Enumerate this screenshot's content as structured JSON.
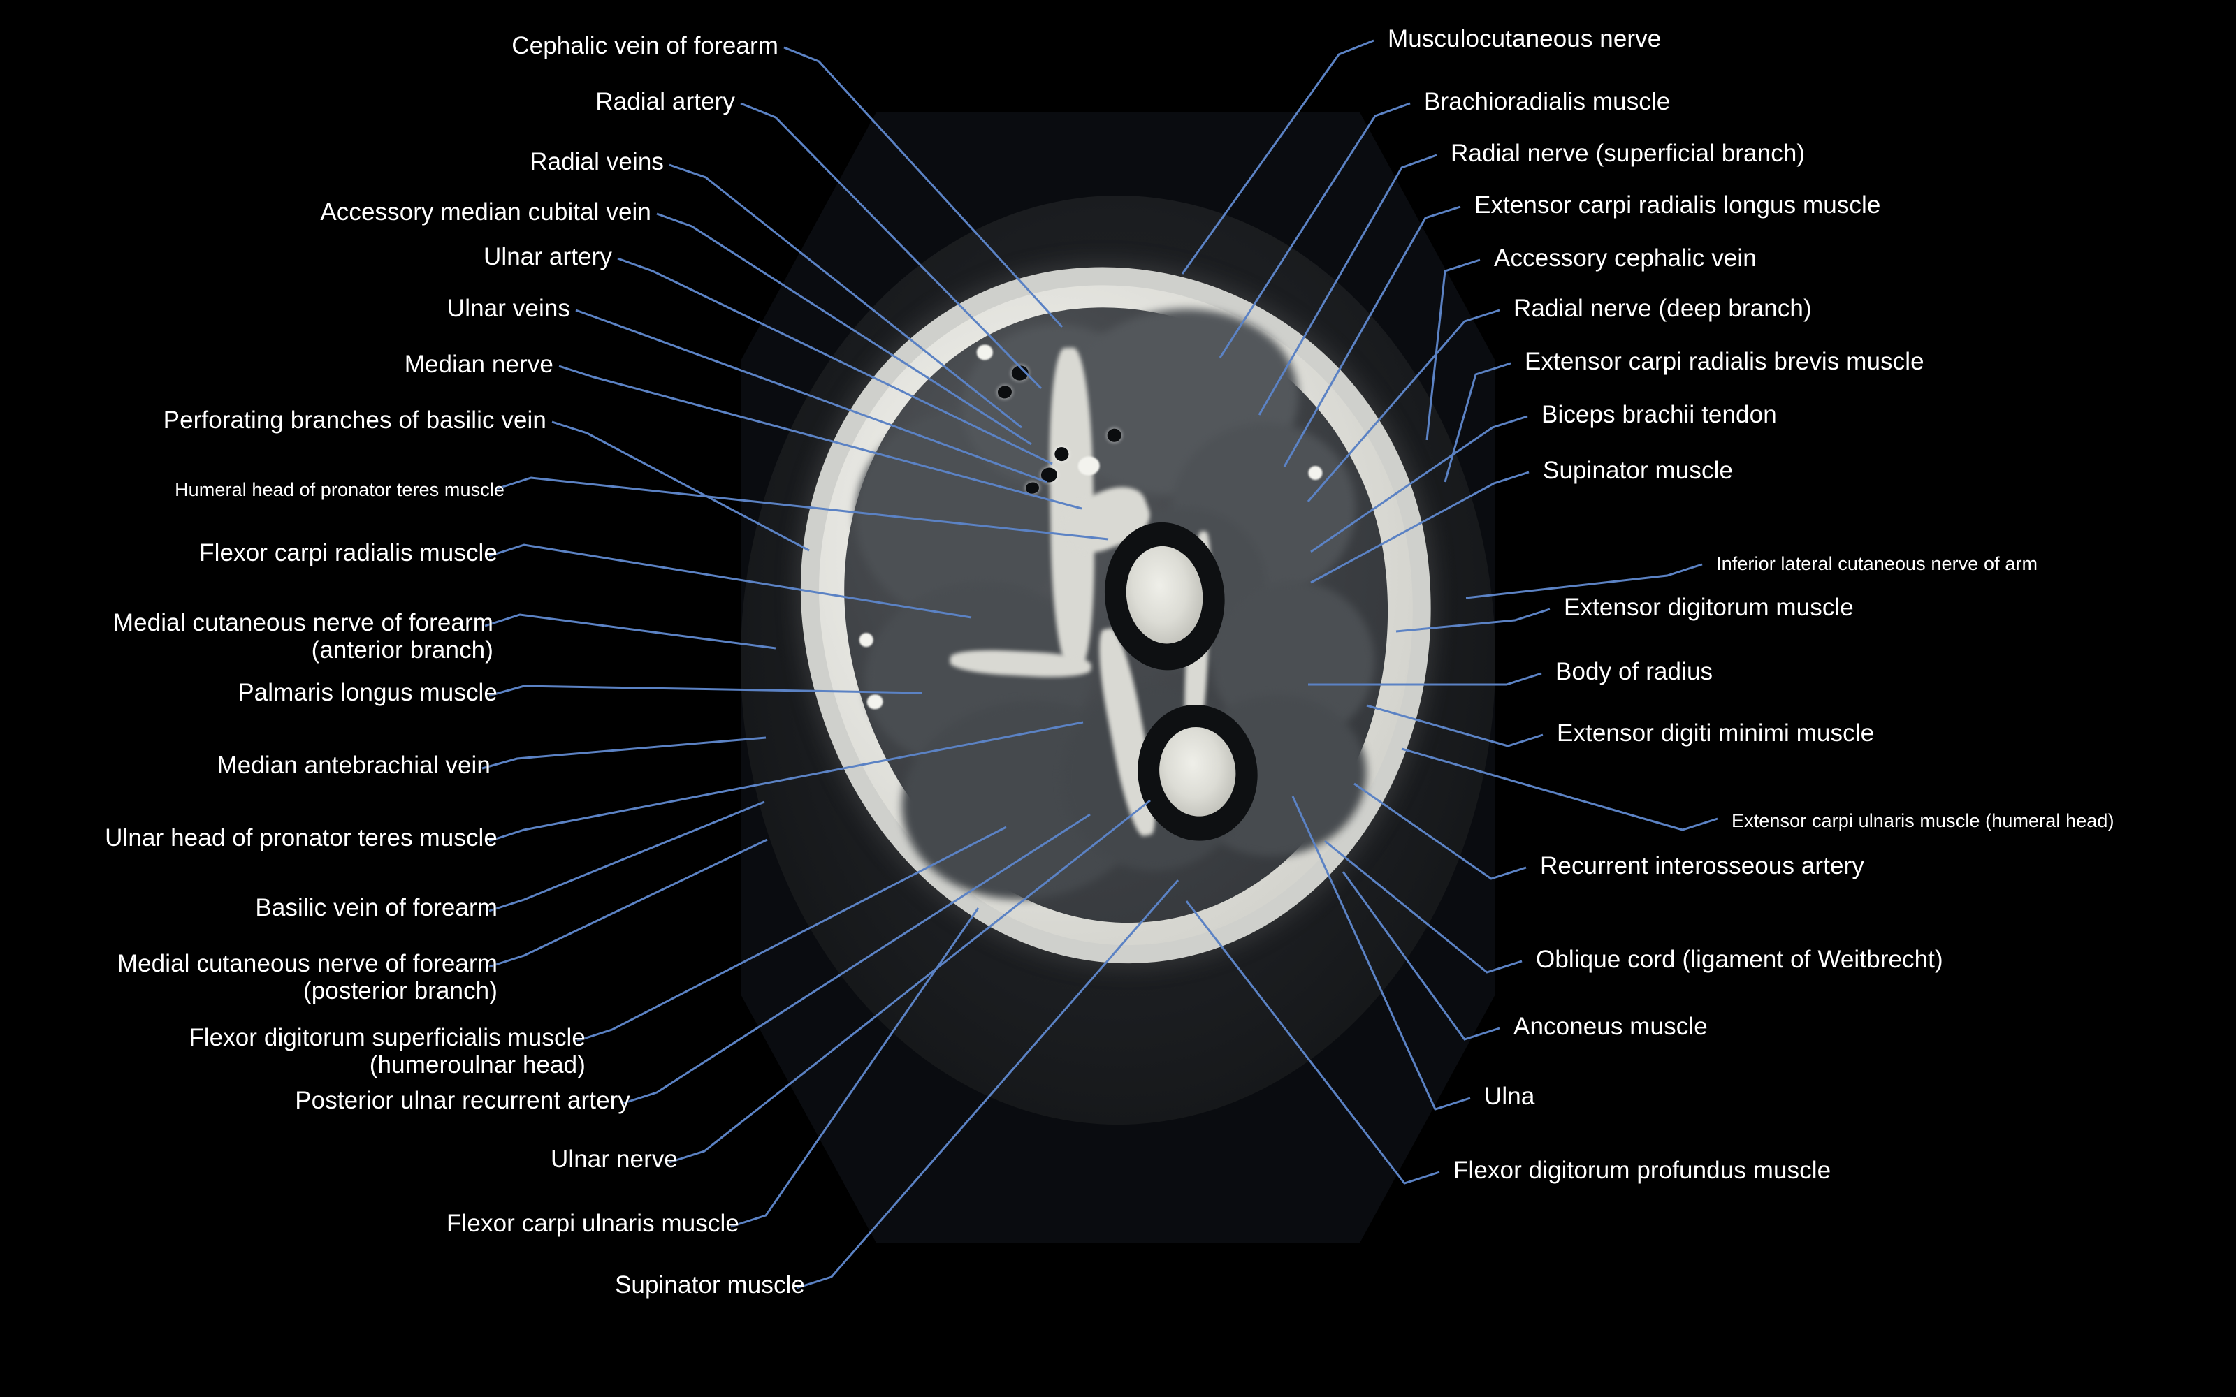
{
  "figure": {
    "type": "labeled-anatomical-mri",
    "modality": "axial MRI cross-section of proximal forearm",
    "leader_line_color": "#5b82c4",
    "label_text_color": "#ffffff",
    "background_color": "#000000"
  },
  "labels_left": [
    {
      "id": "cephalic-vein-of-forearm",
      "text": "Cephalic vein of forearm",
      "size": "normal"
    },
    {
      "id": "radial-artery",
      "text": "Radial artery",
      "size": "normal"
    },
    {
      "id": "radial-veins",
      "text": "Radial veins",
      "size": "normal"
    },
    {
      "id": "accessory-median-cubital-vein",
      "text": "Accessory median cubital vein",
      "size": "normal"
    },
    {
      "id": "ulnar-artery",
      "text": "Ulnar artery",
      "size": "normal"
    },
    {
      "id": "ulnar-veins",
      "text": "Ulnar veins",
      "size": "normal"
    },
    {
      "id": "median-nerve",
      "text": "Median nerve",
      "size": "normal"
    },
    {
      "id": "perforating-branches-of-basilic-vein",
      "text": "Perforating branches of basilic vein",
      "size": "normal"
    },
    {
      "id": "humeral-head-of-pronator-teres-muscle",
      "text": "Humeral head of pronator teres muscle",
      "size": "small"
    },
    {
      "id": "flexor-carpi-radialis-muscle",
      "text": "Flexor carpi radialis muscle",
      "size": "normal"
    },
    {
      "id": "medial-cutaneous-nerve-of-forearm-anterior",
      "text": "Medial cutaneous nerve of forearm\n(anterior branch)",
      "size": "normal"
    },
    {
      "id": "palmaris-longus-muscle",
      "text": "Palmaris longus muscle",
      "size": "normal"
    },
    {
      "id": "median-antebrachial-vein",
      "text": "Median antebrachial vein",
      "size": "normal"
    },
    {
      "id": "ulnar-head-of-pronator-teres-muscle",
      "text": "Ulnar head of pronator teres muscle",
      "size": "normal"
    },
    {
      "id": "basilic-vein-of-forearm",
      "text": "Basilic vein of forearm",
      "size": "normal"
    },
    {
      "id": "medial-cutaneous-nerve-of-forearm-posterior",
      "text": "Medial cutaneous nerve of forearm\n(posterior branch)",
      "size": "normal"
    },
    {
      "id": "flexor-digitorum-superficialis-muscle-humeroulnar-head",
      "text": "Flexor digitorum superficialis muscle\n(humeroulnar head)",
      "size": "normal"
    },
    {
      "id": "posterior-ulnar-recurrent-artery",
      "text": "Posterior ulnar recurrent artery",
      "size": "normal"
    },
    {
      "id": "ulnar-nerve",
      "text": "Ulnar nerve",
      "size": "normal"
    },
    {
      "id": "flexor-carpi-ulnaris-muscle",
      "text": "Flexor carpi ulnaris muscle",
      "size": "normal"
    },
    {
      "id": "supinator-muscle-left",
      "text": "Supinator muscle",
      "size": "normal"
    }
  ],
  "labels_right": [
    {
      "id": "musculocutaneous-nerve",
      "text": "Musculocutaneous nerve",
      "size": "normal"
    },
    {
      "id": "brachioradialis-muscle",
      "text": "Brachioradialis muscle",
      "size": "normal"
    },
    {
      "id": "radial-nerve-superficial-branch",
      "text": "Radial nerve (superficial branch)",
      "size": "normal"
    },
    {
      "id": "extensor-carpi-radialis-longus-muscle",
      "text": "Extensor carpi radialis longus muscle",
      "size": "normal"
    },
    {
      "id": "accessory-cephalic-vein",
      "text": "Accessory cephalic vein",
      "size": "normal"
    },
    {
      "id": "radial-nerve-deep-branch",
      "text": "Radial nerve (deep branch)",
      "size": "normal"
    },
    {
      "id": "extensor-carpi-radialis-brevis-muscle",
      "text": "Extensor carpi radialis brevis muscle",
      "size": "normal"
    },
    {
      "id": "biceps-brachii-tendon",
      "text": "Biceps brachii tendon",
      "size": "normal"
    },
    {
      "id": "supinator-muscle-right",
      "text": "Supinator muscle",
      "size": "normal"
    },
    {
      "id": "inferior-lateral-cutaneous-nerve-of-arm",
      "text": "Inferior lateral cutaneous nerve of arm",
      "size": "small"
    },
    {
      "id": "extensor-digitorum-muscle",
      "text": "Extensor digitorum muscle",
      "size": "normal"
    },
    {
      "id": "body-of-radius",
      "text": "Body of radius",
      "size": "normal"
    },
    {
      "id": "extensor-digiti-minimi-muscle",
      "text": "Extensor digiti minimi muscle",
      "size": "normal"
    },
    {
      "id": "extensor-carpi-ulnaris-muscle-humeral-head",
      "text": "Extensor carpi ulnaris muscle (humeral head)",
      "size": "small"
    },
    {
      "id": "recurrent-interosseous-artery",
      "text": "Recurrent interosseous artery",
      "size": "normal"
    },
    {
      "id": "oblique-cord-ligament-of-weitbrecht",
      "text": "Oblique cord (ligament of Weitbrecht)",
      "size": "normal"
    },
    {
      "id": "anconeus-muscle",
      "text": "Anconeus muscle",
      "size": "normal"
    },
    {
      "id": "ulna",
      "text": "Ulna",
      "size": "normal"
    },
    {
      "id": "flexor-digitorum-profundus-muscle",
      "text": "Flexor digitorum profundus muscle",
      "size": "normal"
    }
  ]
}
